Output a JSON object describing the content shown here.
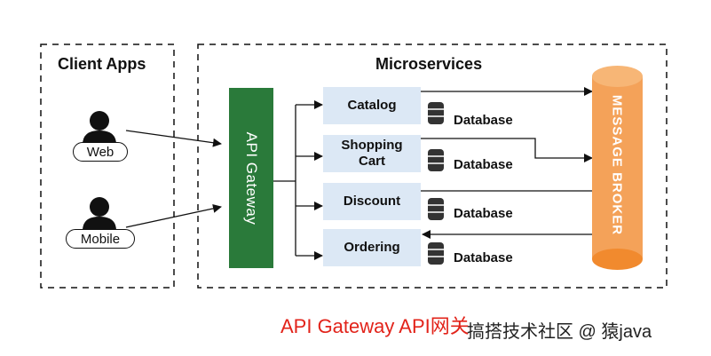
{
  "client_section": {
    "title": "Client Apps",
    "clients": [
      {
        "label": "Web"
      },
      {
        "label": "Mobile"
      }
    ]
  },
  "microservices_section": {
    "title": "Microservices",
    "gateway": "API Gateway",
    "services": [
      {
        "label": "Catalog",
        "db": "Database"
      },
      {
        "label": "Shopping Cart",
        "db": "Database"
      },
      {
        "label": "Discount",
        "db": "Database"
      },
      {
        "label": "Ordering",
        "db": "Database"
      }
    ],
    "broker": "MESSAGE BROKER"
  },
  "watermark": {
    "title": "API Gateway API网关",
    "suffix": "搞搭技术社区 @ 猿java"
  },
  "colors": {
    "gateway": "#2a7a3a",
    "service_box": "#dce8f5",
    "broker": "#f4a259",
    "watermark": "#e2231a"
  }
}
